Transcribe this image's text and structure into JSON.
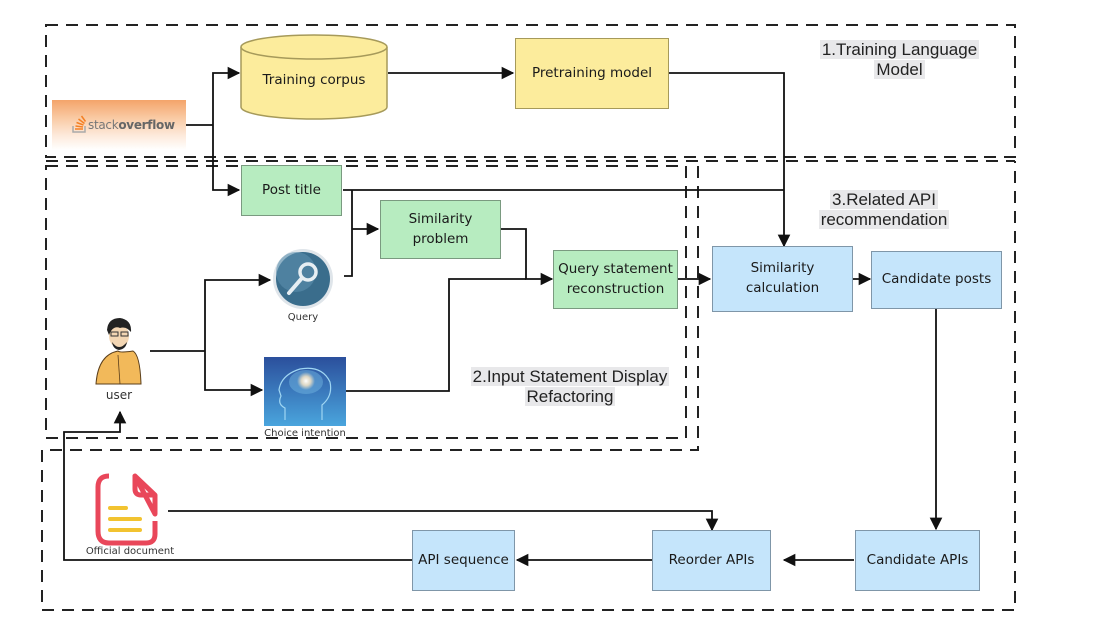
{
  "sections": {
    "training": {
      "title_line1": "1.Training  Language",
      "title_line2": "Model"
    },
    "input": {
      "title_line1": "2.Input Statement Display",
      "title_line2": "Refactoring"
    },
    "related": {
      "title_line1": "3.Related API",
      "title_line2": "recommendation"
    }
  },
  "source": {
    "logo_prefix": "stack",
    "logo_suffix": "overflow",
    "icon": "stackoverflow-logo"
  },
  "nodes": {
    "training_corpus": "Training corpus",
    "pretraining_model": "Pretraining model",
    "post_title": "Post title",
    "similarity_problem_1": "Similarity",
    "similarity_problem_2": "problem",
    "query_reconstruction_1": "Query statement",
    "query_reconstruction_2": "reconstruction",
    "similarity_calc_1": "Similarity",
    "similarity_calc_2": "calculation",
    "candidate_posts": "Candidate posts",
    "candidate_apis": "Candidate APIs",
    "reorder_apis": "Reorder APIs",
    "api_sequence": "API sequence"
  },
  "icons": {
    "query": {
      "label": "Query",
      "icon": "magnifier-icon"
    },
    "user": {
      "label": "user",
      "icon": "user-person-icon"
    },
    "intention": {
      "label": "Choice intention",
      "icon": "brain-icon"
    },
    "document": {
      "label": "Official document",
      "icon": "document-icon"
    }
  },
  "colors": {
    "green_node": "#b7ecc0",
    "yellow_node": "#fcec9c",
    "blue_node": "#c5e5fb",
    "document_red": "#e9475a",
    "document_yellow": "#f2c330",
    "so_orange": "#f4a46a"
  }
}
